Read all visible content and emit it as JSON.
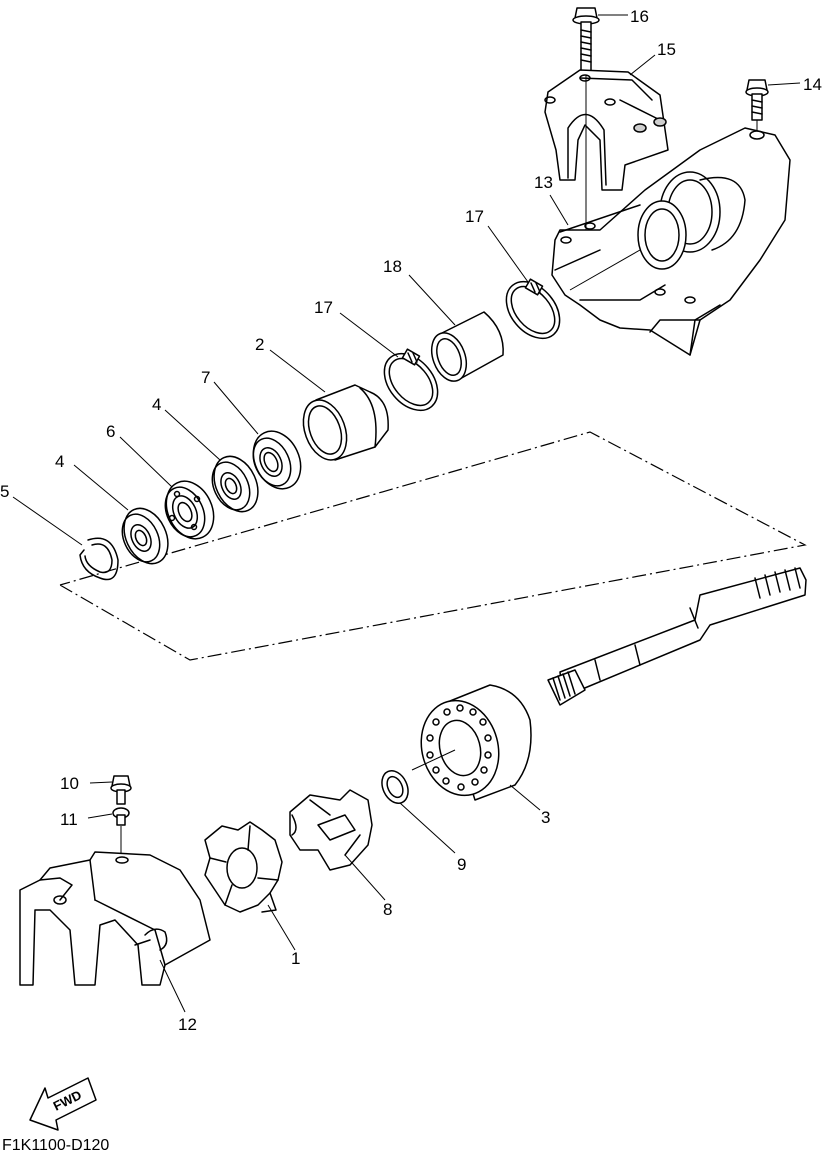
{
  "callouts": [
    "16",
    "15",
    "14",
    "13",
    "17",
    "18",
    "17",
    "2",
    "7",
    "4",
    "6",
    "4",
    "5",
    "10",
    "11",
    "3",
    "9",
    "8",
    "1",
    "12"
  ],
  "fwd_label": "FWD",
  "diagram_code": "F1K1100-D120"
}
